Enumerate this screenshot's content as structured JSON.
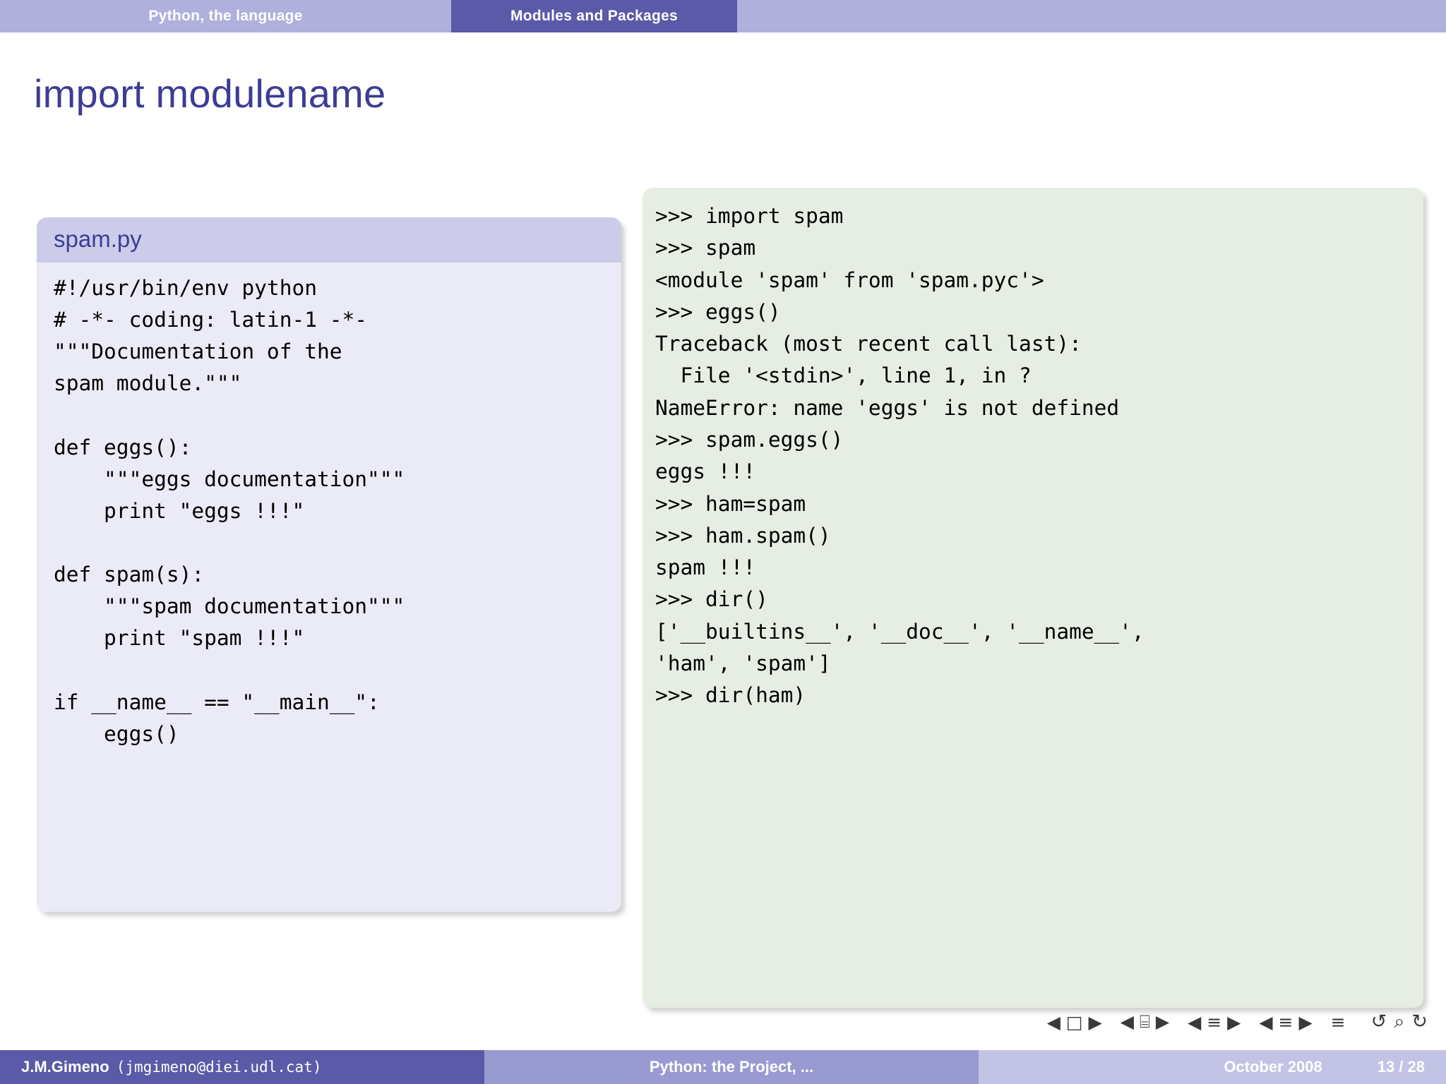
{
  "topbar": {
    "left_label": "Python, the language",
    "active_label": "Modules and Packages",
    "right_label": ""
  },
  "slide": {
    "title": "import modulename"
  },
  "left_block": {
    "header": "spam.py",
    "code": "#!/usr/bin/env python\n# -*- coding: latin-1 -*-\n\"\"\"Documentation of the\nspam module.\"\"\"\n\ndef eggs():\n    \"\"\"eggs documentation\"\"\"\n    print \"eggs !!!\"\n\ndef spam(s):\n    \"\"\"spam documentation\"\"\"\n    print \"spam !!!\"\n\nif __name__ == \"__main__\":\n    eggs()"
  },
  "right_block": {
    "session": ">>> import spam\n>>> spam\n<module 'spam' from 'spam.pyc'>\n>>> eggs()\nTraceback (most recent call last):\n  File '<stdin>', line 1, in ?\nNameError: name 'eggs' is not defined\n>>> spam.eggs()\neggs !!!\n>>> ham=spam\n>>> ham.spam()\nspam !!!\n>>> dir()\n['__builtins__', '__doc__', '__name__',\n'ham', 'spam']\n>>> dir(ham)"
  },
  "navbar": {
    "first_slide": "◀ □ ▶",
    "prev_frame": "◀ ⌸ ▶",
    "prev_slide": "◀ ≡ ▶",
    "next_slide": "◀ ≡ ▶",
    "last_slide": "≡",
    "back": "↺",
    "zoom_out": "⌕",
    "forward": "↻"
  },
  "footer": {
    "author_name": "J.M.Gimeno",
    "author_email": "(jmgimeno@diei.udl.cat)",
    "talk_title": "Python: the Project, ...",
    "date": "October 2008",
    "page": "13 / 28"
  },
  "colors": {
    "accent_dark": "#5a5aa8",
    "accent_light": "#b0b0dd",
    "title_color": "#3c3c96",
    "left_block_header_bg": "#ccccea",
    "left_block_body_bg": "#ebebf7",
    "right_block_bg": "#e6eee4"
  }
}
